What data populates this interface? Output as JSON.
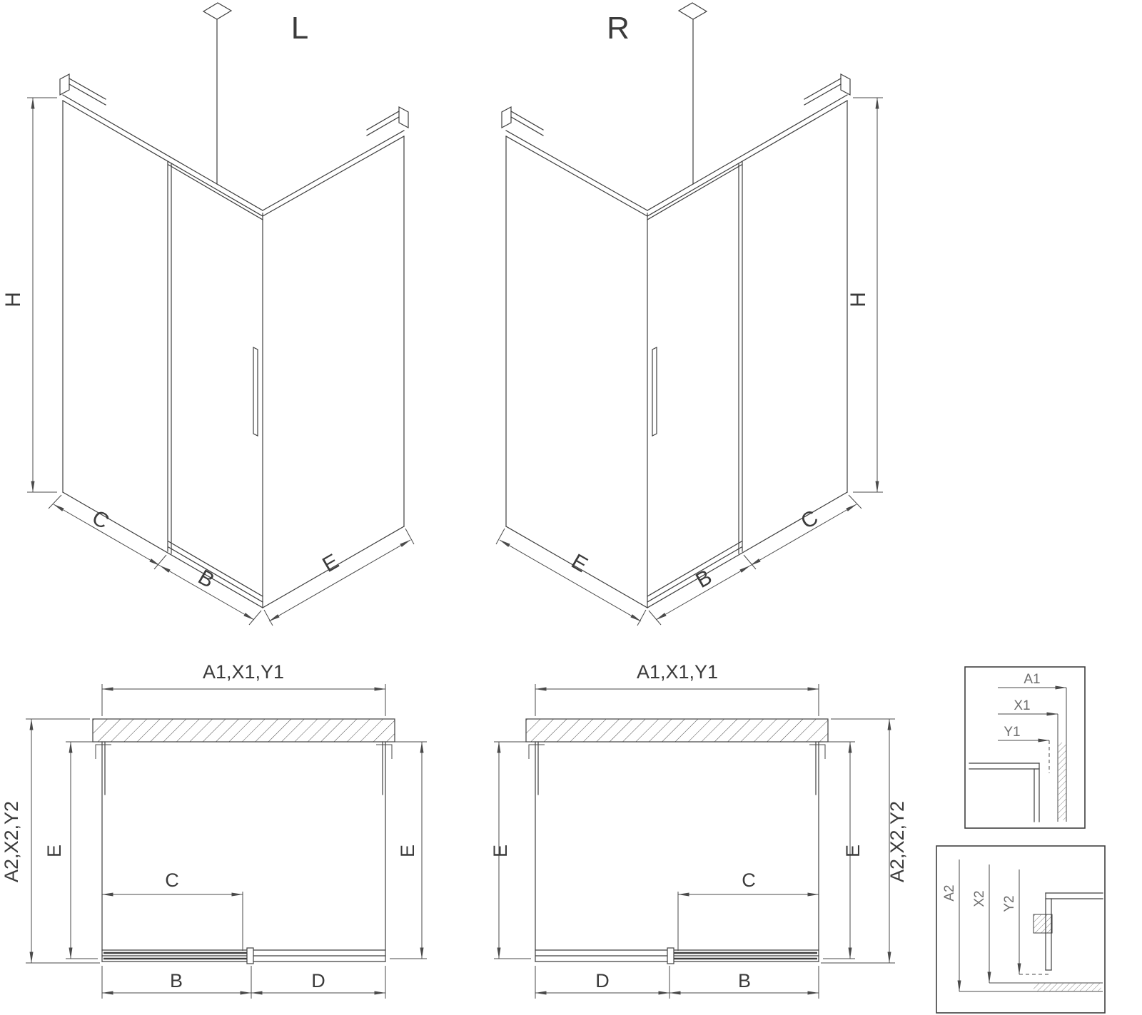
{
  "views": {
    "iso_left": {
      "label": "L",
      "dims": {
        "h": "H",
        "c": "C",
        "b": "B",
        "e": "E"
      }
    },
    "iso_right": {
      "label": "R",
      "dims": {
        "h": "H",
        "c": "C",
        "b": "B",
        "e": "E"
      }
    },
    "plan_left": {
      "dims": {
        "a1": "A1,X1,Y1",
        "a2": "A2,X2,Y2",
        "e_left": "E",
        "e_right": "E",
        "c": "C",
        "b": "B",
        "d": "D"
      }
    },
    "plan_right": {
      "dims": {
        "a1": "A1,X1,Y1",
        "a2": "A2,X2,Y2",
        "e_left": "E",
        "e_right": "E",
        "c": "C",
        "b": "B",
        "d": "D"
      }
    },
    "detail_width": {
      "dims": {
        "a1": "A1",
        "x1": "X1",
        "y1": "Y1"
      }
    },
    "detail_depth": {
      "dims": {
        "a2": "A2",
        "x2": "X2",
        "y2": "Y2"
      }
    }
  },
  "colors": {
    "line": "#3f3f3f",
    "dim_line": "#4a4a4a",
    "detail_text": "#6e6e6e",
    "background": "#ffffff"
  }
}
